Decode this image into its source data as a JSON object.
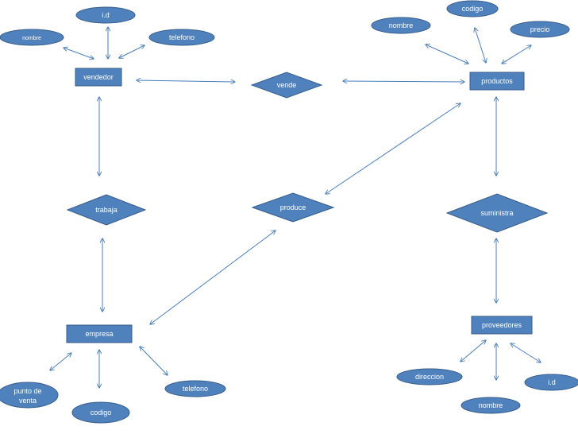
{
  "colors": {
    "fill": "#4f81bd",
    "stroke": "#385d8a",
    "line": "#4a7ebb",
    "text": "#ffffff"
  },
  "entities": {
    "vendedor": "vendedor",
    "productos": "productos",
    "empresa": "empresa",
    "proveedores": "proveedores"
  },
  "relationships": {
    "vende": "vende",
    "trabaja": "trabaja",
    "produce": "produce",
    "suministra": "suministra"
  },
  "attributes": {
    "vendedor_id": "i.d",
    "vendedor_nombre": "nombre",
    "vendedor_telefono": "telefono",
    "productos_codigo": "codigo",
    "productos_nombre": "nombre",
    "productos_precio": "precio",
    "empresa_punto_venta_1": "punto de",
    "empresa_punto_venta_2": "venta",
    "empresa_codigo": "codigo",
    "empresa_telefono": "telefono",
    "proveedores_direccion": "direccion",
    "proveedores_nombre": "nombre",
    "proveedores_id": "i.d"
  }
}
